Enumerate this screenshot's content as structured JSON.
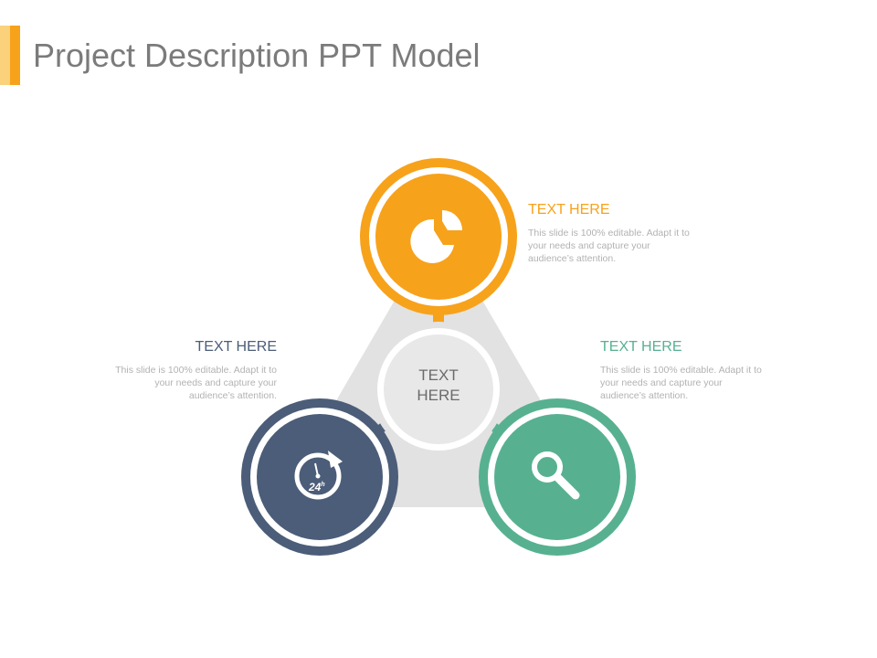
{
  "title": "Project Description PPT Model",
  "center": {
    "line1": "TEXT",
    "line2": "HERE"
  },
  "items": [
    {
      "heading": "TEXT HERE",
      "body": "This slide is 100% editable. Adapt it to your needs and capture your audience’s attention.",
      "icon": "pie-chart-icon",
      "color": "#F7A21B"
    },
    {
      "heading": "TEXT HERE",
      "body": "This slide is 100% editable. Adapt it to your needs and capture your audience’s attention.",
      "icon": "magnifier-icon",
      "color": "#57B190"
    },
    {
      "heading": "TEXT HERE",
      "body": "This slide is 100% editable. Adapt it to your needs and capture your audience’s attention.",
      "icon": "24-hours-icon",
      "color": "#4B5D78"
    }
  ],
  "clock_label": "24",
  "clock_sup": "h",
  "colors": {
    "accent_light": "#FBD17C",
    "accent": "#F7A21B",
    "gray": "#E2E2E2",
    "title": "#7B7B7B"
  }
}
